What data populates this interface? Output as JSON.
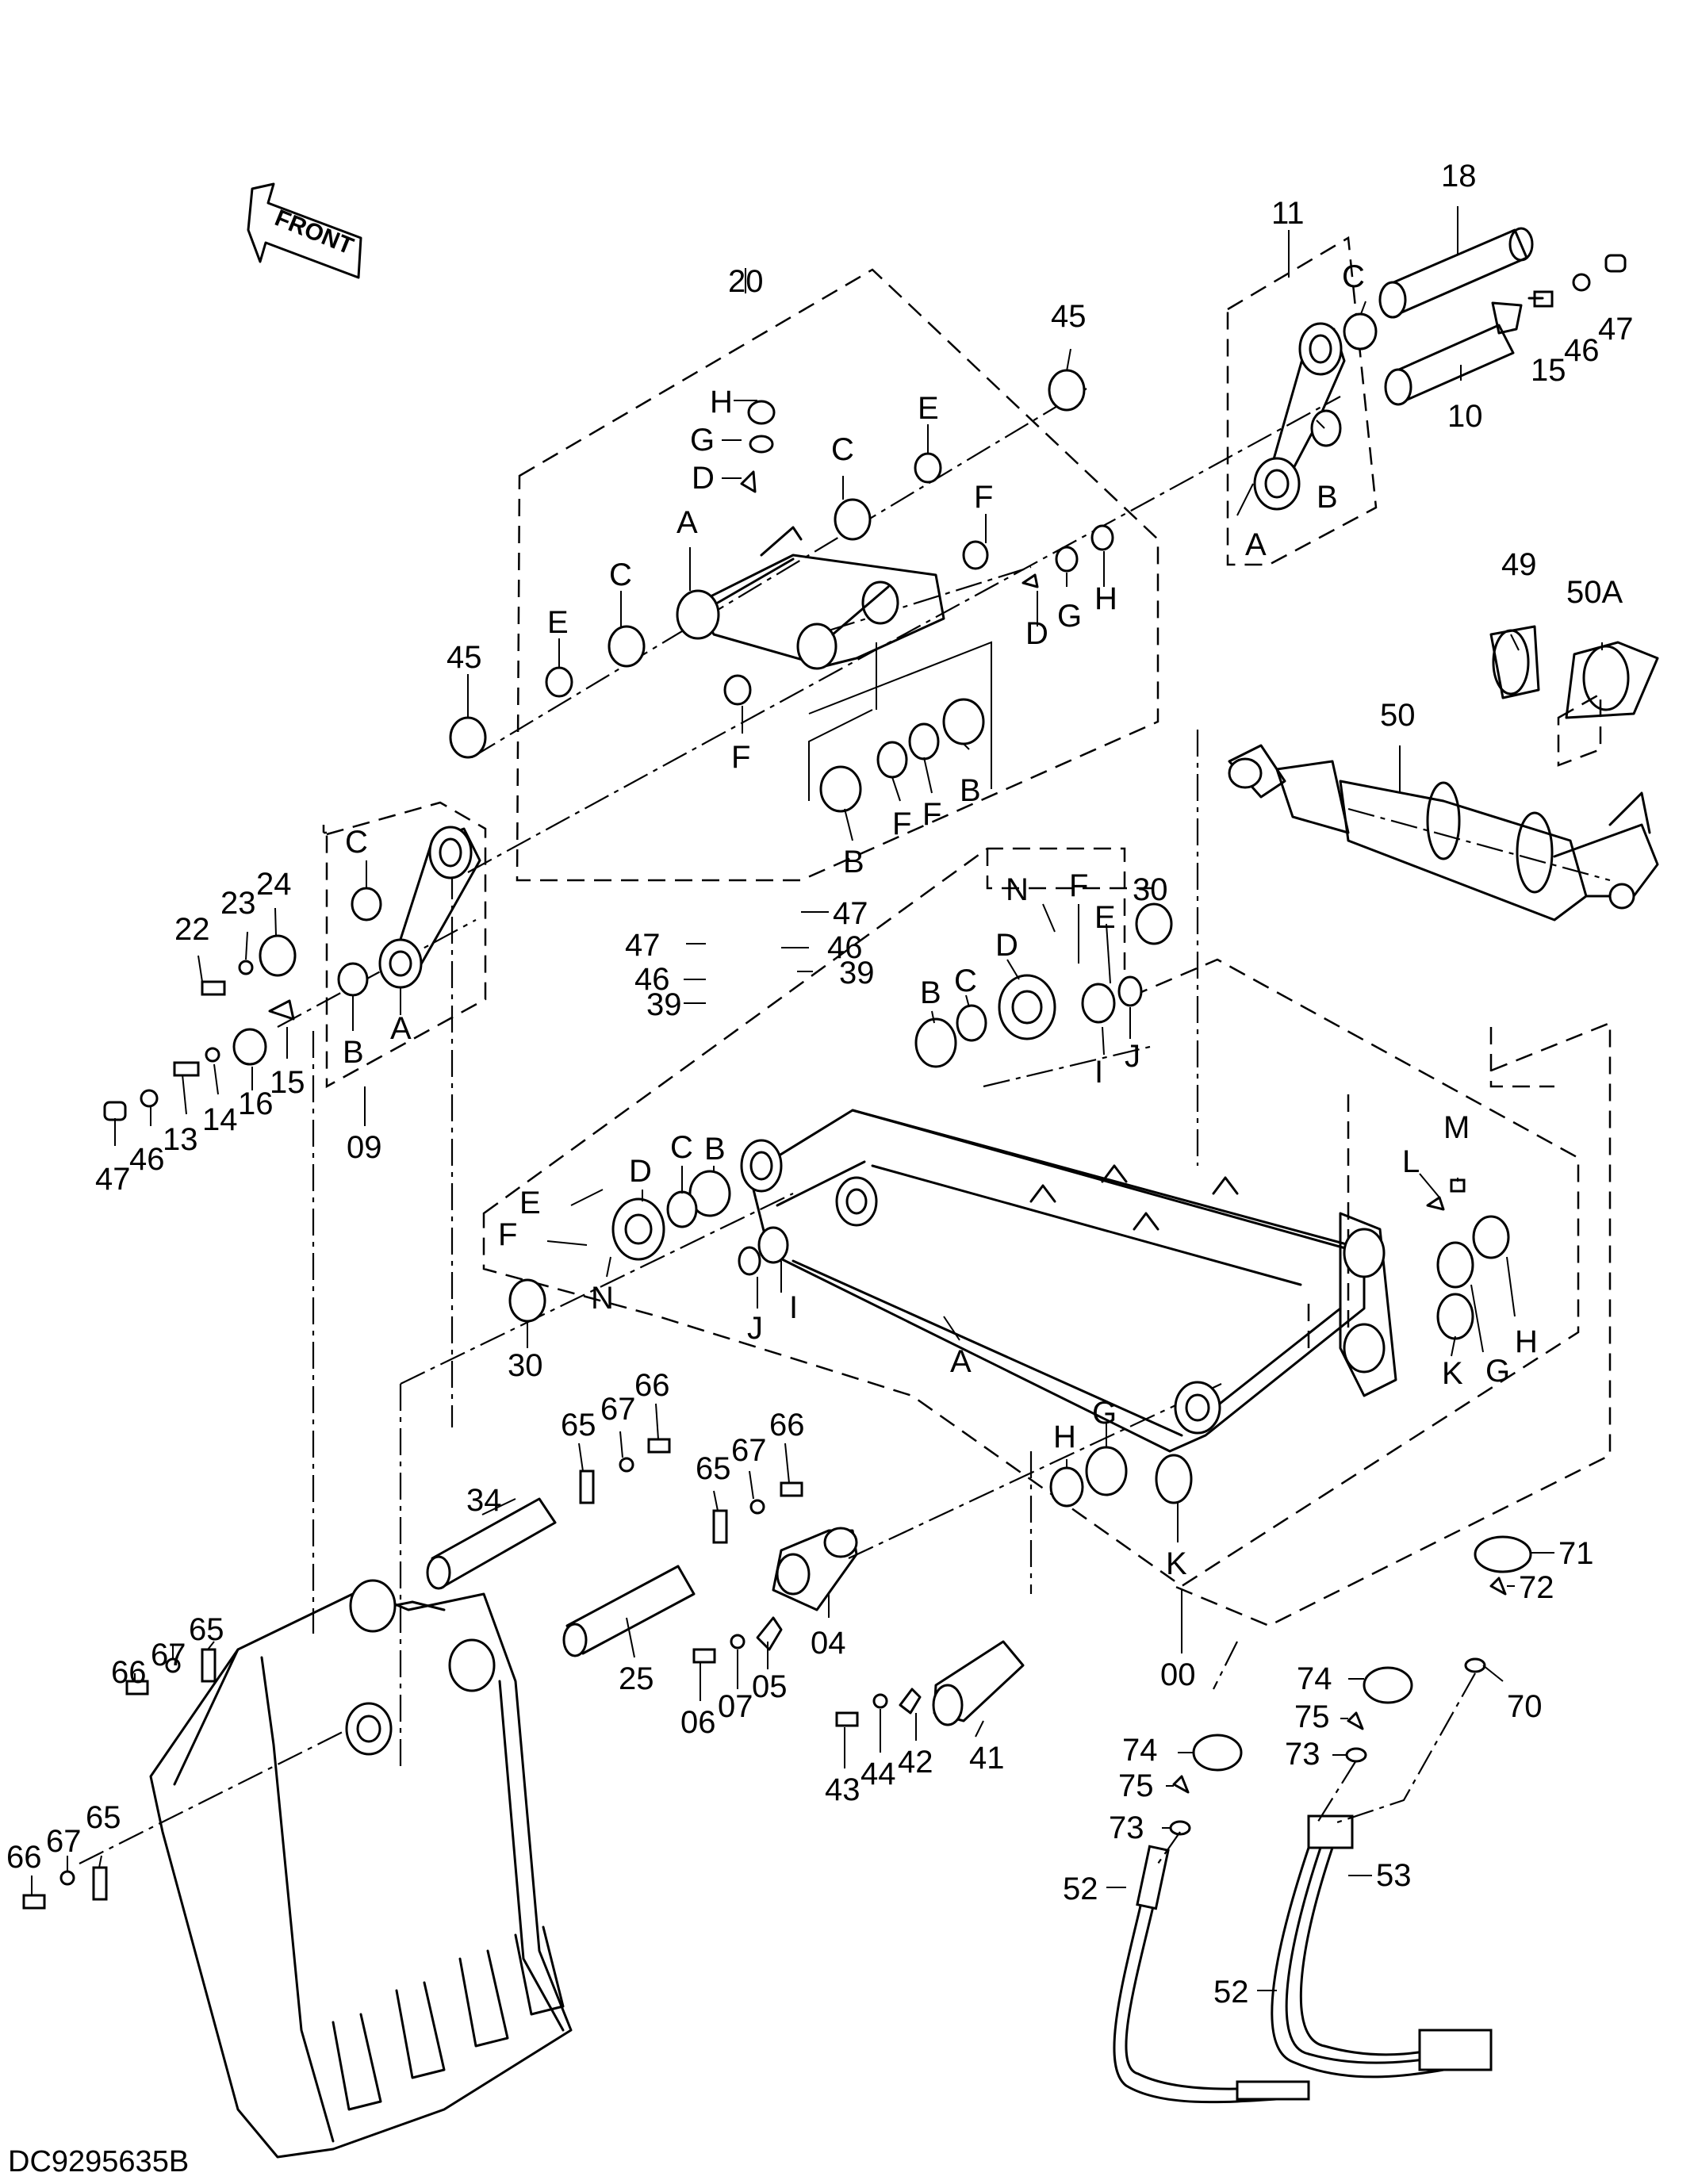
{
  "drawing": {
    "code": "DC9295635B",
    "front_label": "FRONT"
  },
  "labels": {
    "l18": "18",
    "l11": "11",
    "l20": "20",
    "l45a": "45",
    "l45b": "45",
    "cA_top": "C",
    "lH1": "H",
    "lG1": "G",
    "lD1": "D",
    "lE1": "E",
    "lC1": "C",
    "lA1": "A",
    "lF1": "F",
    "lC2": "C",
    "lE2": "E",
    "lF2": "F",
    "lG2": "G",
    "lH2": "H",
    "lD2": "D",
    "lB1": "B",
    "lF3": "F",
    "lF4": "F",
    "lB2": "B",
    "l15a": "15",
    "l46a": "46",
    "l47a": "47",
    "l10": "10",
    "lB_11": "B",
    "lA_11": "A",
    "l49": "49",
    "l50A": "50A",
    "l50": "50",
    "lC_09": "C",
    "l22": "22",
    "l23": "23",
    "l24": "24",
    "lB_09": "B",
    "lA_09": "A",
    "l13": "13",
    "l14": "14",
    "l16": "16",
    "l15b": "15",
    "l47b": "47",
    "l46b": "46",
    "l09": "09",
    "l47c": "47",
    "l46c": "46",
    "l39a": "39",
    "l47d": "47",
    "l46d": "46",
    "l39b": "39",
    "lN1": "N",
    "lF5": "F",
    "lD3": "D",
    "lE3": "E",
    "l30a": "30",
    "lB3": "B",
    "lC3": "C",
    "lI1": "I",
    "lJ1": "J",
    "lE4": "E",
    "lF6": "F",
    "lD4": "D",
    "lC4": "C",
    "lB4": "B",
    "lN2": "N",
    "l30b": "30",
    "lJ2": "J",
    "lI2": "I",
    "lA_boom": "A",
    "lL": "L",
    "lM": "M",
    "lH3": "H",
    "lG3": "G",
    "lK1": "K",
    "lG4": "G",
    "lH4": "H",
    "lK2": "K",
    "l00": "00",
    "l65a": "65",
    "l67a": "67",
    "l66a": "66",
    "l65b": "65",
    "l67b": "67",
    "l66b": "66",
    "l34": "34",
    "l25": "25",
    "l04": "04",
    "l05": "05",
    "l06": "06",
    "l07": "07",
    "l41": "41",
    "l42": "42",
    "l43": "43",
    "l44": "44",
    "l66c": "66",
    "l67c": "67",
    "l65c": "65",
    "l66d": "66",
    "l67d": "67",
    "l65d": "65",
    "l71": "71",
    "l72": "72",
    "l70": "70",
    "l74a": "74",
    "l75a": "75",
    "l73a": "73",
    "l74b": "74",
    "l75b": "75",
    "l73b": "73",
    "l53": "53",
    "l52a": "52",
    "l52b": "52"
  }
}
